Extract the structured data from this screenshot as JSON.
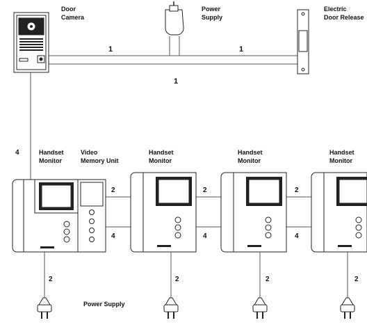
{
  "labels": {
    "door_camera_line1": "Door",
    "door_camera_line2": "Camera",
    "power_supply_top_line1": "Power",
    "power_supply_top_line2": "Supply",
    "door_release_line1": "Electric",
    "door_release_line2": "Door Release",
    "handset_1_line1": "Handset",
    "handset_1_line2": "Monitor",
    "vmu_line1": "Video",
    "vmu_line2": "Memory Unit",
    "handset_2_line1": "Handset",
    "handset_2_line2": "Monitor",
    "handset_3_line1": "Handset",
    "handset_3_line2": "Monitor",
    "handset_4_line1": "Handset",
    "handset_4_line2": "Monitor",
    "power_supply_bottom": "Power Supply"
  },
  "wire_counts": {
    "camera_to_power": "1",
    "power_to_release": "1",
    "camera_to_release": "1",
    "camera_to_monitor": "4",
    "link1_top": "2",
    "link1_bottom": "4",
    "link2_top": "2",
    "link2_bottom": "4",
    "link3_top": "2",
    "link3_bottom": "4",
    "plug1": "2",
    "plug2": "2",
    "plug3": "2",
    "plug4": "2"
  }
}
